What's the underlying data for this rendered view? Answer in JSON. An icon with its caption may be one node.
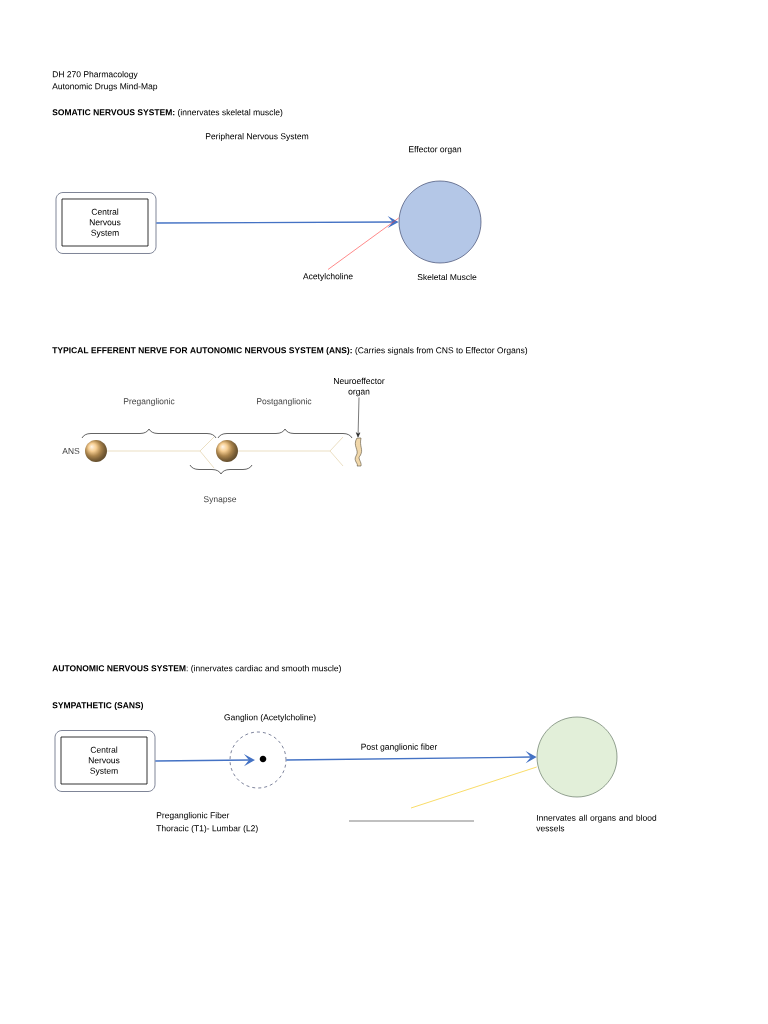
{
  "diagram": {
    "nodes": [
      {
        "text": [
          "Central Nervous System"
        ]
      },
      {
        "text": [],
        "shape": "circle",
        "beside": [
          "Effector organ",
          "Skeletal Muscle"
        ]
      },
      {
        "text": [
          "Acetylcholine"
        ]
      },
      {
        "text": [
          "Neuroeffector organ"
        ]
      },
      {
        "text": [],
        "shape": "picture"
      },
      {
        "text": [
          "Central Nervous System"
        ]
      },
      {
        "text": [],
        "shape": "circle",
        "beside": [
          "Ganglion (Acetylcholine)"
        ]
      },
      {
        "text": [],
        "shape": "circle",
        "beside": [
          "Innervates all organs and blood vessels"
        ]
      },
      {
        "text": [],
        "shape": "line"
      }
    ],
    "edges": [
      {
        "from": 0,
        "to": 1,
        "arrow": "to"
      },
      {
        "from": 2,
        "to": 1,
        "arrow": "none",
        "color": "#ff3b3b"
      },
      {
        "from": 3,
        "to": 4,
        "arrow": "to",
        "color": "#222222"
      },
      {
        "from": 5,
        "to": 6,
        "arrow": "to"
      },
      {
        "from": 6,
        "to": 7,
        "arrow": "to",
        "label": "Post ganglionic fiber"
      },
      {
        "from": 8,
        "to": 7,
        "arrow": "none",
        "color": "#f5c400"
      }
    ],
    "labels": [
      "DH 270 Pharmacology",
      "Autonomic Drugs Mind-Map",
      "**SOMATIC NERVOUS SYSTEM:** (innervates skeletal muscle)",
      "Peripheral Nervous System",
      "**TYPICAL EFFERENT NERVE FOR AUTONOMIC NERVOUS SYSTEM (ANS):** (Carries signals from CNS to Effector Organs)",
      "Preganglionic",
      "Postganglionic",
      "ANS",
      "Synapse",
      "**AUTONOMIC NERVOUS SYSTEM**: (innervates cardiac and smooth muscle)",
      "SYMPATHETIC (SANS)",
      "Preganglionic Fiber",
      "Thoracic (T1)- Lumbar (L2)"
    ]
  }
}
